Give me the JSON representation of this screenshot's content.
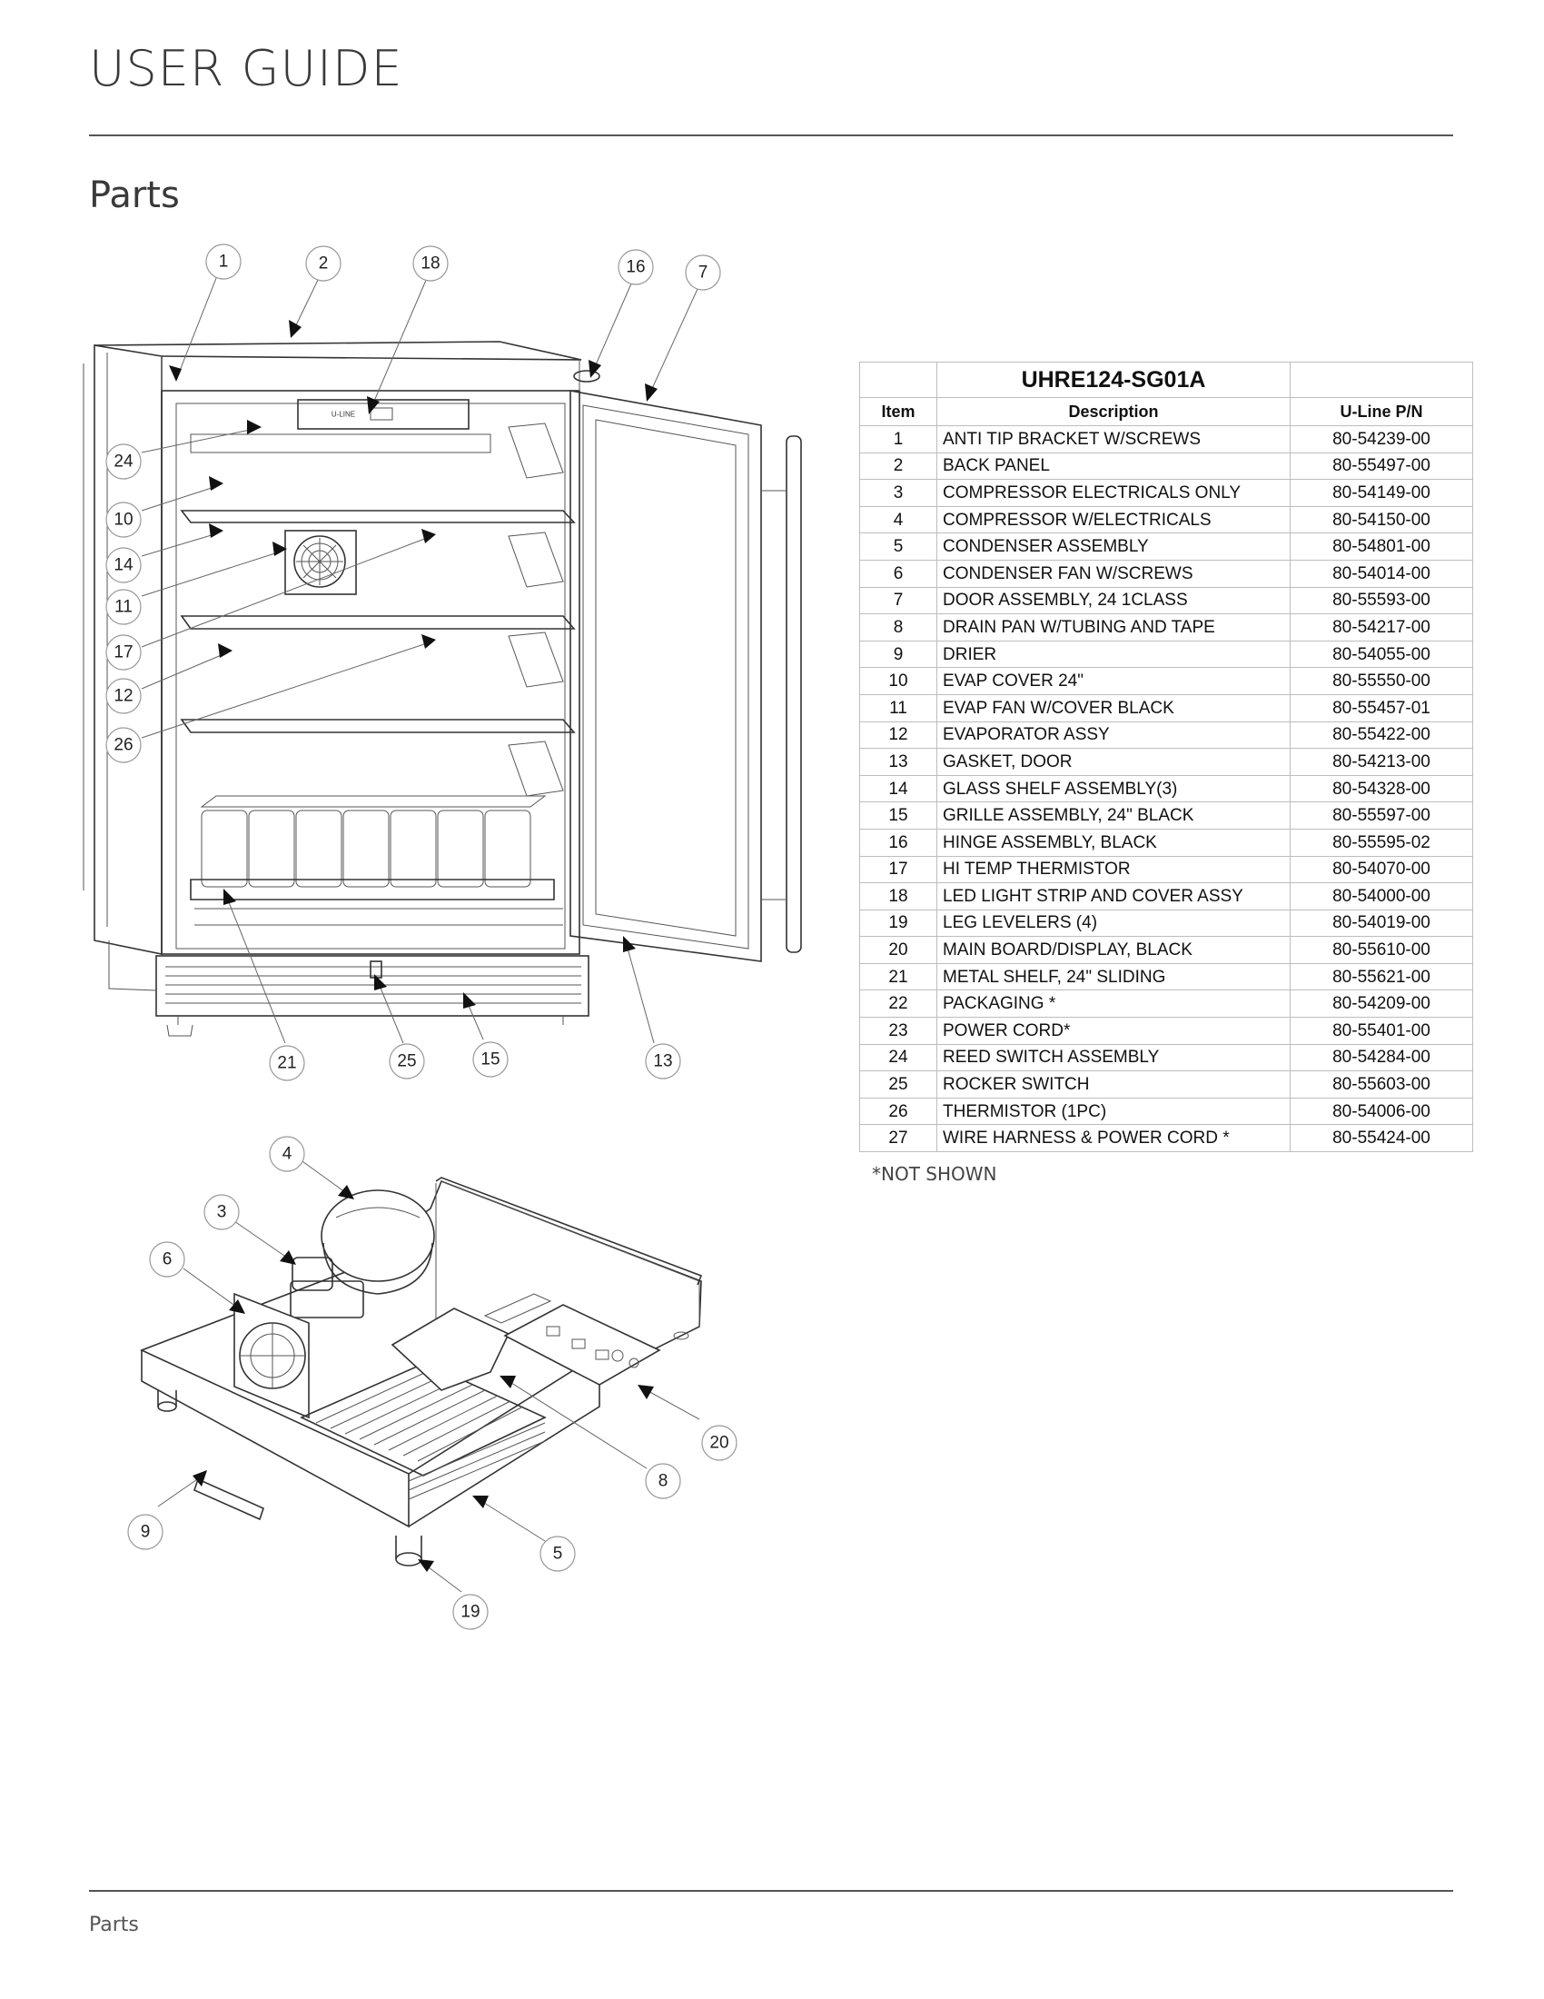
{
  "header": {
    "title": "USER GUIDE"
  },
  "section": {
    "title": "Parts"
  },
  "footer": {
    "label": "Parts"
  },
  "parts_table": {
    "model": "UHRE124-SG01A",
    "columns": [
      "Item",
      "Description",
      "U-Line P/N"
    ],
    "rows": [
      {
        "item": "1",
        "description": "ANTI TIP BRACKET W/SCREWS",
        "pn": "80-54239-00"
      },
      {
        "item": "2",
        "description": "BACK PANEL",
        "pn": "80-55497-00"
      },
      {
        "item": "3",
        "description": "COMPRESSOR ELECTRICALS ONLY",
        "pn": "80-54149-00"
      },
      {
        "item": "4",
        "description": "COMPRESSOR W/ELECTRICALS",
        "pn": "80-54150-00"
      },
      {
        "item": "5",
        "description": "CONDENSER ASSEMBLY",
        "pn": "80-54801-00"
      },
      {
        "item": "6",
        "description": "CONDENSER FAN W/SCREWS",
        "pn": "80-54014-00"
      },
      {
        "item": "7",
        "description": "DOOR ASSEMBLY, 24 1CLASS",
        "pn": "80-55593-00"
      },
      {
        "item": "8",
        "description": "DRAIN PAN W/TUBING AND TAPE",
        "pn": "80-54217-00"
      },
      {
        "item": "9",
        "description": "DRIER",
        "pn": "80-54055-00"
      },
      {
        "item": "10",
        "description": "EVAP COVER 24\"",
        "pn": "80-55550-00"
      },
      {
        "item": "11",
        "description": "EVAP FAN W/COVER BLACK",
        "pn": "80-55457-01"
      },
      {
        "item": "12",
        "description": "EVAPORATOR ASSY",
        "pn": "80-55422-00"
      },
      {
        "item": "13",
        "description": "GASKET, DOOR",
        "pn": "80-54213-00"
      },
      {
        "item": "14",
        "description": "GLASS SHELF ASSEMBLY(3)",
        "pn": "80-54328-00"
      },
      {
        "item": "15",
        "description": "GRILLE ASSEMBLY, 24\" BLACK",
        "pn": "80-55597-00"
      },
      {
        "item": "16",
        "description": "HINGE ASSEMBLY, BLACK",
        "pn": "80-55595-02"
      },
      {
        "item": "17",
        "description": "HI TEMP THERMISTOR",
        "pn": "80-54070-00"
      },
      {
        "item": "18",
        "description": "LED LIGHT STRIP AND COVER ASSY",
        "pn": "80-54000-00"
      },
      {
        "item": "19",
        "description": "LEG LEVELERS (4)",
        "pn": "80-54019-00"
      },
      {
        "item": "20",
        "description": "MAIN BOARD/DISPLAY, BLACK",
        "pn": "80-55610-00"
      },
      {
        "item": "21",
        "description": "METAL SHELF, 24\" SLIDING",
        "pn": "80-55621-00"
      },
      {
        "item": "22",
        "description": "PACKAGING *",
        "pn": "80-54209-00"
      },
      {
        "item": "23",
        "description": "POWER CORD*",
        "pn": "80-55401-00"
      },
      {
        "item": "24",
        "description": "REED SWITCH ASSEMBLY",
        "pn": "80-54284-00"
      },
      {
        "item": "25",
        "description": "ROCKER SWITCH",
        "pn": "80-55603-00"
      },
      {
        "item": "26",
        "description": "THERMISTOR (1PC)",
        "pn": "80-54006-00"
      },
      {
        "item": "27",
        "description": "WIRE HARNESS & POWER CORD *",
        "pn": "80-55424-00"
      }
    ],
    "note": "*NOT SHOWN"
  },
  "diagram": {
    "panel_logo": "U-LINE",
    "callouts": [
      "1",
      "2",
      "18",
      "16",
      "7",
      "24",
      "10",
      "14",
      "11",
      "17",
      "12",
      "26",
      "21",
      "25",
      "15",
      "13",
      "4",
      "3",
      "6",
      "20",
      "8",
      "9",
      "5",
      "19"
    ]
  }
}
